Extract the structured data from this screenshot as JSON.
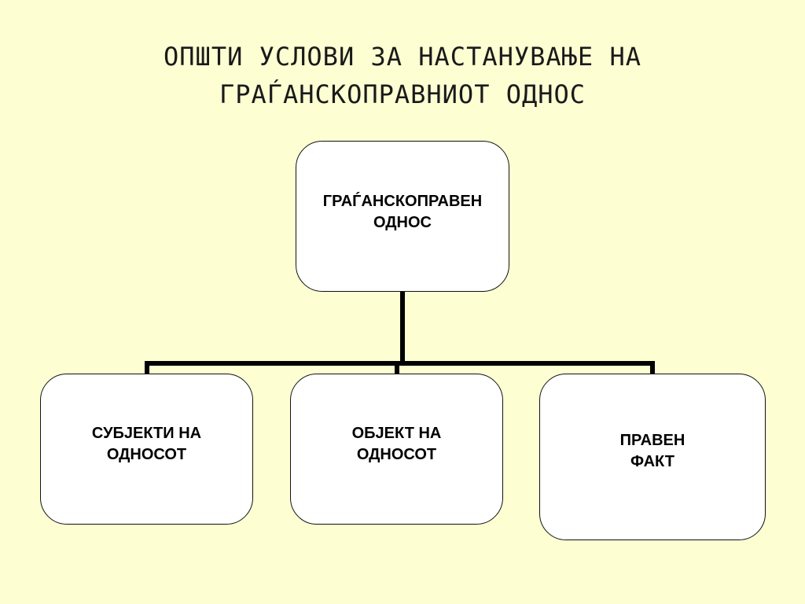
{
  "title": {
    "line1": "ОПШТИ УСЛОВИ ЗА НАСТАНУВАЊЕ НА",
    "line2": "ГРАЃАНСКОПРАВНИОТ ОДНОС"
  },
  "diagram": {
    "root": {
      "label": "ГРАЃАНСКОПРАВЕН\nОДНОС"
    },
    "children": [
      {
        "label": "СУБЈЕКТИ НА\nОДНОСОТ"
      },
      {
        "label": "ОБЈЕКТ НА\nОДНОСОТ"
      },
      {
        "label": "ПРАВЕН\nФАКТ"
      }
    ]
  },
  "colors": {
    "background": "#fefed3",
    "box_fill": "#ffffff",
    "line": "#000000"
  }
}
